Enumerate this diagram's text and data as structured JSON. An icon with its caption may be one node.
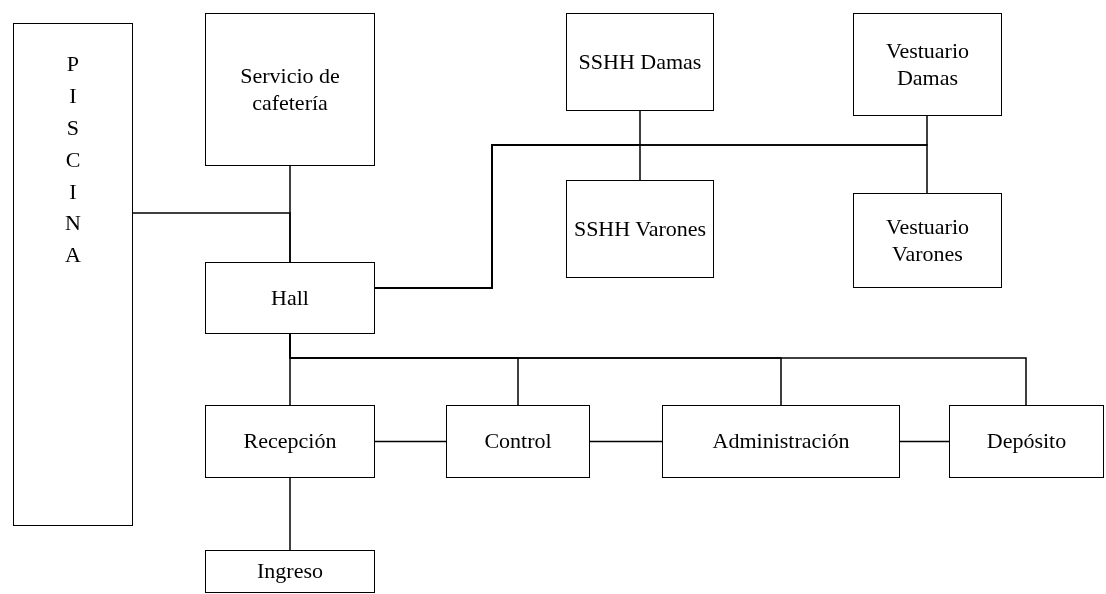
{
  "diagram": {
    "nodes": [
      {
        "text": [
          "PISCINA"
        ]
      },
      {
        "text": [
          "Servicio de cafetería"
        ]
      },
      {
        "text": [
          "SSHH Damas"
        ]
      },
      {
        "text": [
          "Vestuario Damas"
        ]
      },
      {
        "text": [
          "SSHH Varones"
        ]
      },
      {
        "text": [
          "Vestuario Varones"
        ]
      },
      {
        "text": [
          "Hall"
        ]
      },
      {
        "text": [
          "Recepción"
        ]
      },
      {
        "text": [
          "Control"
        ]
      },
      {
        "text": [
          "Administración"
        ]
      },
      {
        "text": [
          "Depósito"
        ]
      },
      {
        "text": [
          "Ingreso"
        ]
      }
    ],
    "edges": [
      {
        "from": 1,
        "to": 6,
        "arrow": "none"
      },
      {
        "from": 0,
        "to": 6,
        "arrow": "none"
      },
      {
        "from": 6,
        "to": 2,
        "arrow": "none"
      },
      {
        "from": 6,
        "to": 4,
        "arrow": "none"
      },
      {
        "from": 6,
        "to": 3,
        "arrow": "none"
      },
      {
        "from": 6,
        "to": 5,
        "arrow": "none"
      },
      {
        "from": 6,
        "to": 7,
        "arrow": "none"
      },
      {
        "from": 6,
        "to": 8,
        "arrow": "none"
      },
      {
        "from": 6,
        "to": 9,
        "arrow": "none"
      },
      {
        "from": 6,
        "to": 10,
        "arrow": "none"
      },
      {
        "from": 7,
        "to": 8,
        "arrow": "none"
      },
      {
        "from": 8,
        "to": 9,
        "arrow": "none"
      },
      {
        "from": 9,
        "to": 10,
        "arrow": "none"
      },
      {
        "from": 7,
        "to": 11,
        "arrow": "none"
      }
    ]
  }
}
